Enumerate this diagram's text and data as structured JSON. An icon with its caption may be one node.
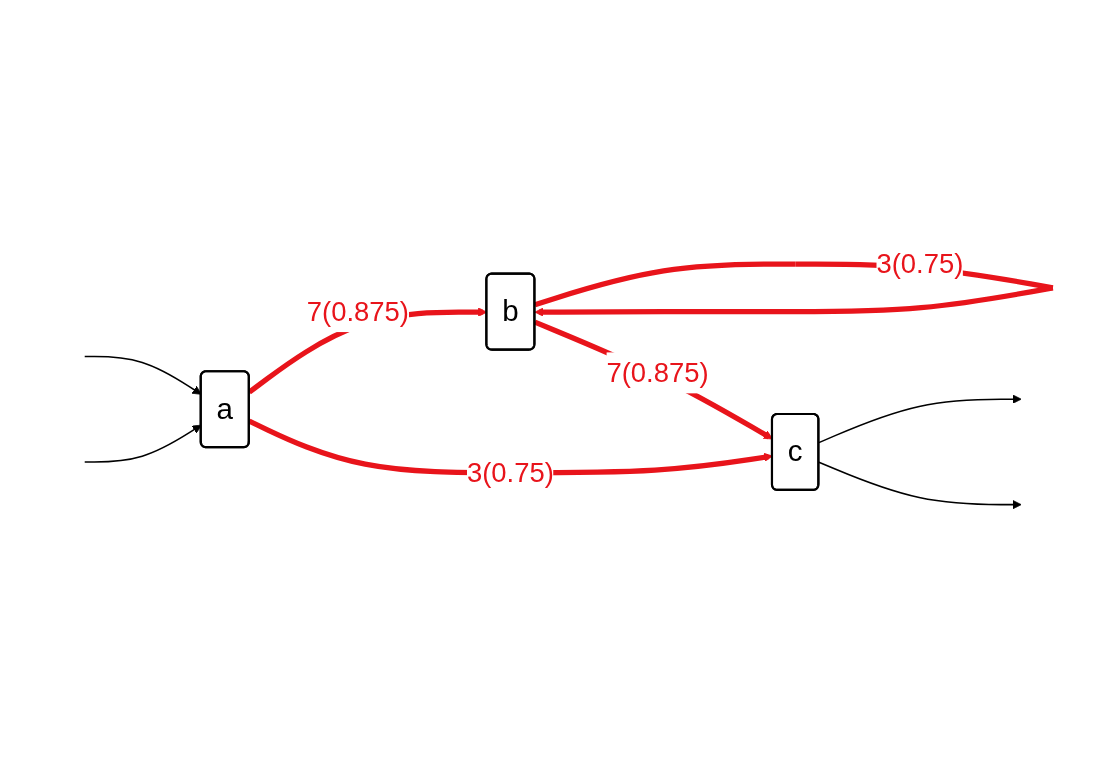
{
  "diagram": {
    "nodes": [
      {
        "text": [
          "a"
        ]
      },
      {
        "text": [
          "b"
        ]
      },
      {
        "text": [
          "c"
        ]
      }
    ],
    "edges": [
      {
        "from": null,
        "to": 0,
        "arrow": "to"
      },
      {
        "from": null,
        "to": 0,
        "arrow": "to"
      },
      {
        "from": 0,
        "to": 1,
        "arrow": "to",
        "label": "7(0.875)",
        "style": "thick",
        "color": "#e8141b"
      },
      {
        "from": 1,
        "to": 1,
        "arrow": "to",
        "label": "3(0.75)",
        "style": "thick",
        "color": "#e8141b"
      },
      {
        "from": 1,
        "to": 2,
        "arrow": "to",
        "label": "7(0.875)",
        "style": "thick",
        "color": "#e8141b"
      },
      {
        "from": 0,
        "to": 2,
        "arrow": "to",
        "label": "3(0.75)",
        "style": "thick",
        "color": "#e8141b"
      },
      {
        "from": 2,
        "to": null,
        "arrow": "to"
      },
      {
        "from": 2,
        "to": null,
        "arrow": "to"
      }
    ]
  }
}
